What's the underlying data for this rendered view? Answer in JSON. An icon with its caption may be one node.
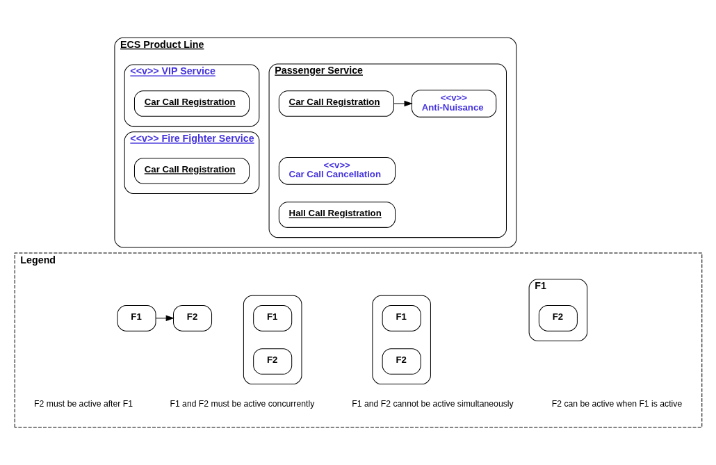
{
  "diagram": {
    "nodes": [
      {
        "text": [
          "ECS Product Line"
        ]
      },
      {
        "text": [
          "Passenger Service"
        ],
        "in": 0
      },
      {
        "text": [
          "Car Call Registration"
        ],
        "in": 1
      },
      {
        "text": [
          "<<v>>",
          "Anti-Nuisance"
        ],
        "in": 1
      },
      {
        "text": [
          "<<v>>",
          "Car Call Cancellation"
        ],
        "in": 1
      },
      {
        "text": [
          "Hall Call Registration"
        ],
        "in": 1
      },
      {
        "text": [
          "<<v>> VIP Service"
        ],
        "in": 0
      },
      {
        "text": [
          "Car Call Registration"
        ],
        "in": 6
      },
      {
        "text": [
          "<<v>> Fire Fighter Service"
        ],
        "in": 0
      },
      {
        "text": [
          "Car Call Registration"
        ],
        "in": 8
      },
      {
        "text": [
          "Legend"
        ]
      },
      {
        "text": [
          "F1"
        ],
        "in": 10
      },
      {
        "text": [
          "F2"
        ],
        "in": 11
      },
      {
        "text": [],
        "shape": "box",
        "in": 10
      },
      {
        "text": [
          "F1"
        ],
        "in": 13
      },
      {
        "text": [
          "F2"
        ],
        "in": 13
      },
      {
        "text": [],
        "shape": "box",
        "in": 10
      },
      {
        "text": [
          "F1"
        ],
        "in": 16
      },
      {
        "text": [
          "F2"
        ],
        "in": 16
      },
      {
        "text": [
          "F1"
        ],
        "in": 10
      },
      {
        "text": [
          "F2"
        ],
        "in": 10
      }
    ],
    "edges": [
      {
        "from": 2,
        "to": 3,
        "arrow": "to"
      },
      {
        "from": 19,
        "to": 20,
        "arrow": "to"
      }
    ],
    "labels": [
      "F2 can be active when F1 is active",
      "F1 and F2 cannot be active simultaneously",
      "F1 and F2 must be active concurrently",
      "F2 must be active after F1"
    ]
  }
}
